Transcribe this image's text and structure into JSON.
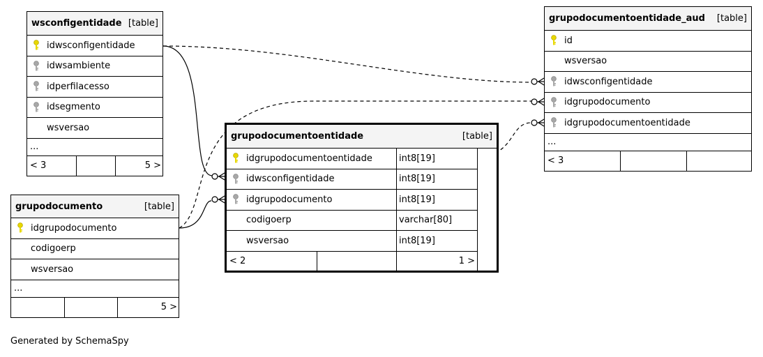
{
  "colors": {
    "header_bg": "#f4f4f4",
    "primary_key": "#e8d800",
    "foreign_key": "#a8a8a8",
    "border": "#000000"
  },
  "tables": {
    "wsconfigentidade": {
      "name": "wsconfigentidade",
      "kind": "[table]",
      "columns": [
        {
          "name": "idwsconfigentidade",
          "key": "primary"
        },
        {
          "name": "idwsambiente",
          "key": "foreign"
        },
        {
          "name": "idperfilacesso",
          "key": "foreign"
        },
        {
          "name": "idsegmento",
          "key": "foreign"
        },
        {
          "name": "wsversao",
          "key": "none"
        }
      ],
      "more": "...",
      "footer": {
        "left": "< 3",
        "mid": "",
        "right": "5 >"
      }
    },
    "grupodocumento": {
      "name": "grupodocumento",
      "kind": "[table]",
      "columns": [
        {
          "name": "idgrupodocumento",
          "key": "primary"
        },
        {
          "name": "codigoerp",
          "key": "none"
        },
        {
          "name": "wsversao",
          "key": "none"
        }
      ],
      "more": "...",
      "footer": {
        "left": "",
        "mid": "",
        "right": "5 >"
      }
    },
    "grupodocumentoentidade": {
      "name": "grupodocumentoentidade",
      "kind": "[table]",
      "columns": [
        {
          "name": "idgrupodocumentoentidade",
          "type": "int8[19]",
          "key": "primary"
        },
        {
          "name": "idwsconfigentidade",
          "type": "int8[19]",
          "key": "foreign"
        },
        {
          "name": "idgrupodocumento",
          "type": "int8[19]",
          "key": "foreign"
        },
        {
          "name": "codigoerp",
          "type": "varchar[80]",
          "key": "none"
        },
        {
          "name": "wsversao",
          "type": "int8[19]",
          "key": "none"
        }
      ],
      "footer": {
        "left": "< 2",
        "mid": "",
        "right": "1 >"
      }
    },
    "grupodocumentoentidade_aud": {
      "name": "grupodocumentoentidade_aud",
      "kind": "[table]",
      "columns": [
        {
          "name": "id",
          "key": "primary"
        },
        {
          "name": "wsversao",
          "key": "none"
        },
        {
          "name": "idwsconfigentidade",
          "key": "foreign"
        },
        {
          "name": "idgrupodocumento",
          "key": "foreign"
        },
        {
          "name": "idgrupodocumentoentidade",
          "key": "foreign"
        }
      ],
      "more": "...",
      "footer": {
        "left": "< 3",
        "mid": "",
        "right": ""
      }
    }
  },
  "credit": "Generated by SchemaSpy"
}
